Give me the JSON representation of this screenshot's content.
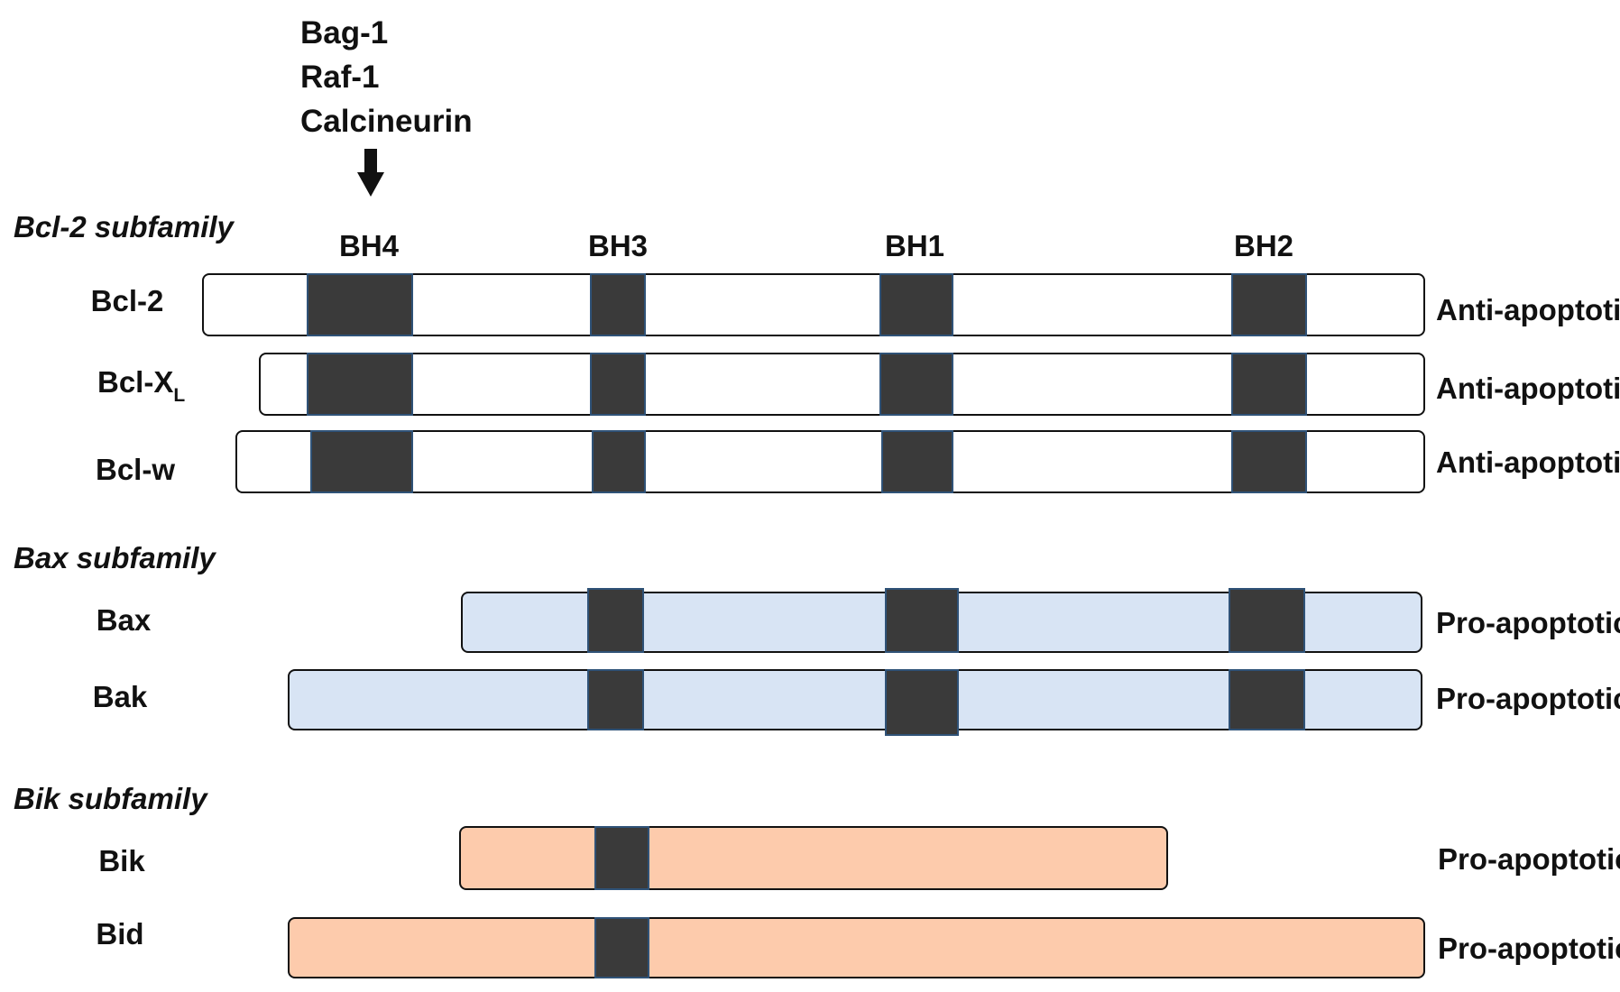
{
  "annotations": {
    "partners": [
      "Bag-1",
      "Raf-1",
      "Calcineurin"
    ],
    "arrow_target": "BH4"
  },
  "domain_labels": {
    "bh4": "BH4",
    "bh3": "BH3",
    "bh1": "BH1",
    "bh2": "BH2"
  },
  "subfamilies": {
    "bcl2": "Bcl-2 subfamily",
    "bax": "Bax subfamily",
    "bik": "Bik subfamily"
  },
  "proteins": {
    "bcl2": {
      "name": "Bcl-2",
      "function": "Anti-apoptotic",
      "domains": [
        "BH4",
        "BH3",
        "BH1",
        "BH2"
      ]
    },
    "bclxl": {
      "name": "Bcl-X",
      "name_sub": "L",
      "function": "Anti-apoptotic",
      "domains": [
        "BH4",
        "BH3",
        "BH1",
        "BH2"
      ]
    },
    "bclw": {
      "name": "Bcl-w",
      "function": "Anti-apoptotic",
      "domains": [
        "BH4",
        "BH3",
        "BH1",
        "BH2"
      ]
    },
    "bax": {
      "name": "Bax",
      "function": "Pro-apoptotic",
      "domains": [
        "BH3",
        "BH1",
        "BH2"
      ]
    },
    "bak": {
      "name": "Bak",
      "function": "Pro-apoptotic",
      "domains": [
        "BH3",
        "BH1",
        "BH2"
      ]
    },
    "bik": {
      "name": "Bik",
      "function": "Pro-apoptotic",
      "domains": [
        "BH3"
      ]
    },
    "bid": {
      "name": "Bid",
      "function": "Pro-apoptotic",
      "domains": [
        "BH3"
      ]
    }
  },
  "colors": {
    "anti_apoptotic_fill": "#ffffff",
    "bax_subfamily_fill": "#d8e4f4",
    "bik_subfamily_fill": "#fdcbac",
    "domain_fill": "#3a3a3a",
    "outline": "#111111"
  }
}
